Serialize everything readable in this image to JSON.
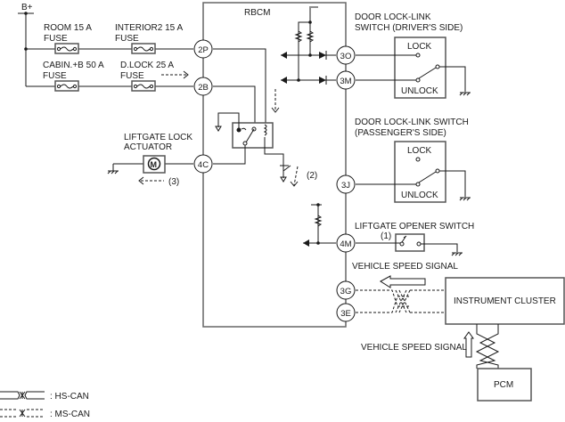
{
  "title": "Liftgate lock / RBCM wiring diagram",
  "power": {
    "label": "B+"
  },
  "fuses": [
    {
      "name": "room",
      "line1": "ROOM 15 A",
      "line2": "FUSE"
    },
    {
      "name": "interior2",
      "line1": "INTERIOR2 15 A",
      "line2": "FUSE"
    },
    {
      "name": "cabin-b",
      "line1": "CABIN.+B 50 A",
      "line2": "FUSE"
    },
    {
      "name": "dlock",
      "line1": "D.LOCK 25 A",
      "line2": "FUSE"
    }
  ],
  "modules": {
    "rbcm": "RBCM",
    "instrument_cluster": "INSTRUMENT CLUSTER",
    "pcm": "PCM"
  },
  "terminals": {
    "t2p": "2P",
    "t2b": "2B",
    "t4c": "4C",
    "t3o": "3O",
    "t3m": "3M",
    "t3j": "3J",
    "t4m": "4M",
    "t3g": "3G",
    "t3e": "3E"
  },
  "components": {
    "liftgate_actuator": {
      "line1": "LIFTGATE LOCK",
      "line2": "ACTUATOR",
      "motor": "M"
    },
    "driver_switch": {
      "line1": "DOOR  LOCK-LINK",
      "line2": "SWITCH (DRIVER'S SIDE)",
      "lock": "LOCK",
      "unlock": "UNLOCK"
    },
    "passenger_switch": {
      "line1": "DOOR  LOCK-LINK SWITCH",
      "line2": "(PASSENGER'S SIDE)",
      "lock": "LOCK",
      "unlock": "UNLOCK"
    },
    "liftgate_opener": {
      "label": "LIFTGATE OPENER SWITCH"
    }
  },
  "annotations": {
    "note1": "(1)",
    "note2": "(2)",
    "note3": "(3)",
    "vss_top": "VEHICLE SPEED SIGNAL",
    "vss_bottom": "VEHICLE SPEED SIGNAL"
  },
  "legend": [
    {
      "label": ": HS-CAN"
    },
    {
      "label": ": MS-CAN"
    }
  ]
}
